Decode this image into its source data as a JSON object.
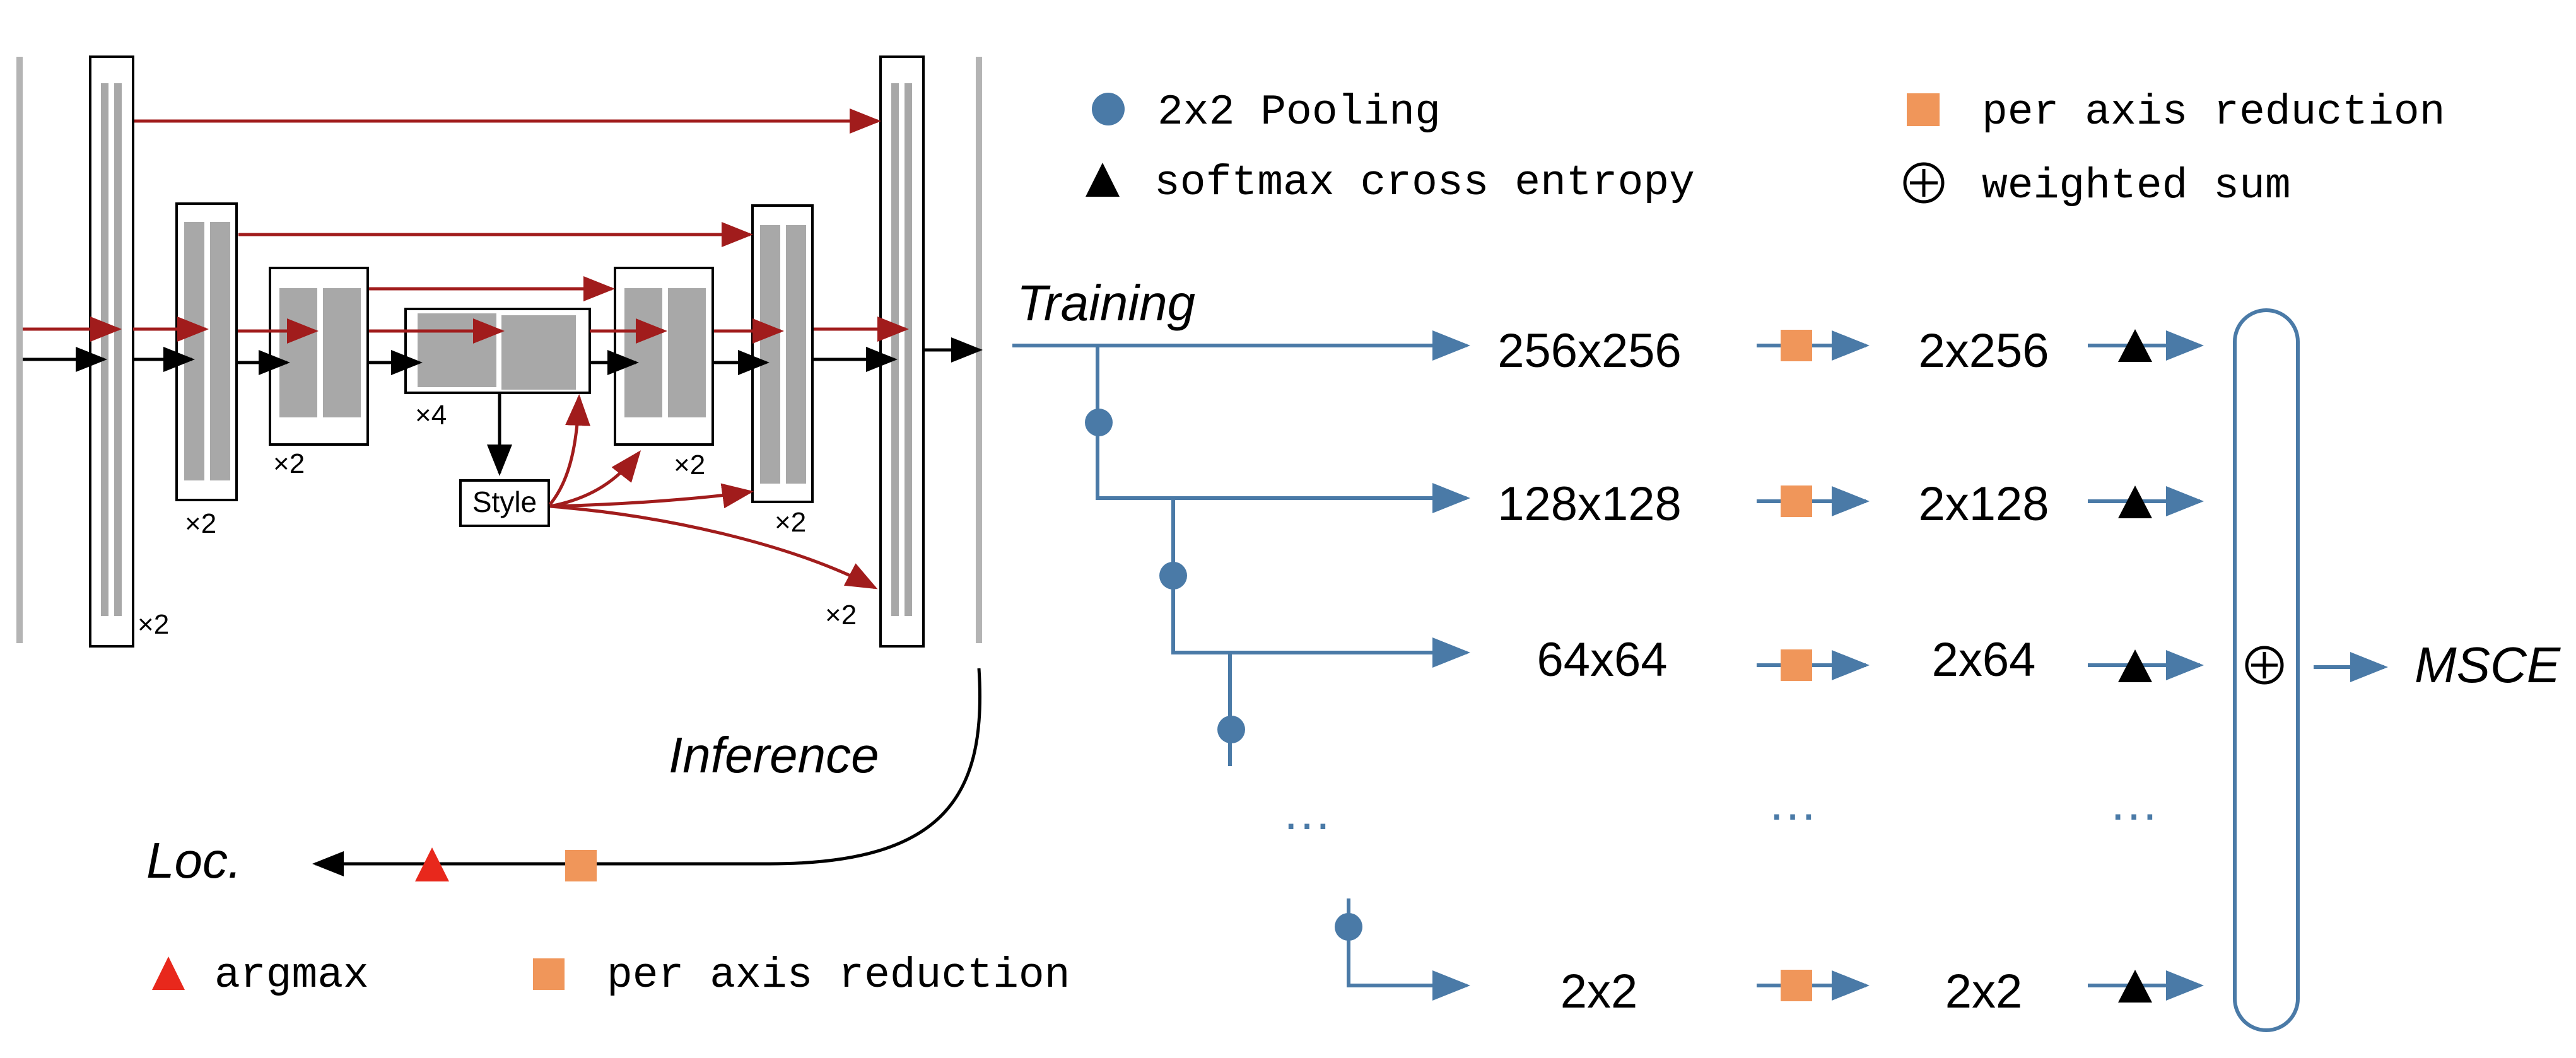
{
  "legend_top": {
    "pooling": "2x2 Pooling",
    "per_axis_reduction": "per axis reduction",
    "softmax_cross_entropy": "softmax cross entropy",
    "weighted_sum": "weighted sum"
  },
  "legend_bottom": {
    "argmax": "argmax",
    "per_axis_reduction": "per axis reduction"
  },
  "unet": {
    "multipliers": [
      "×2",
      "×2",
      "×2",
      "×4",
      "×2",
      "×2",
      "×2"
    ],
    "style_label": "Style"
  },
  "flow": {
    "training_label": "Training",
    "inference_label": "Inference",
    "loc_label": "Loc.",
    "output_label": "MSCE",
    "ellipsis": "…",
    "rows": [
      {
        "input": "256x256",
        "reduced": "2x256"
      },
      {
        "input": "128x128",
        "reduced": "2x128"
      },
      {
        "input": "64x64",
        "reduced": "2x64"
      },
      {
        "input": "2x2",
        "reduced": "2x2"
      }
    ]
  },
  "colors": {
    "blue": "#4a7aa7",
    "red": "#a11c1c",
    "orange": "#f0965a",
    "bright_red": "#e8281c",
    "gray_block": "#a8a8a8",
    "divider_gray": "#b4b4b4",
    "black": "#000000"
  }
}
